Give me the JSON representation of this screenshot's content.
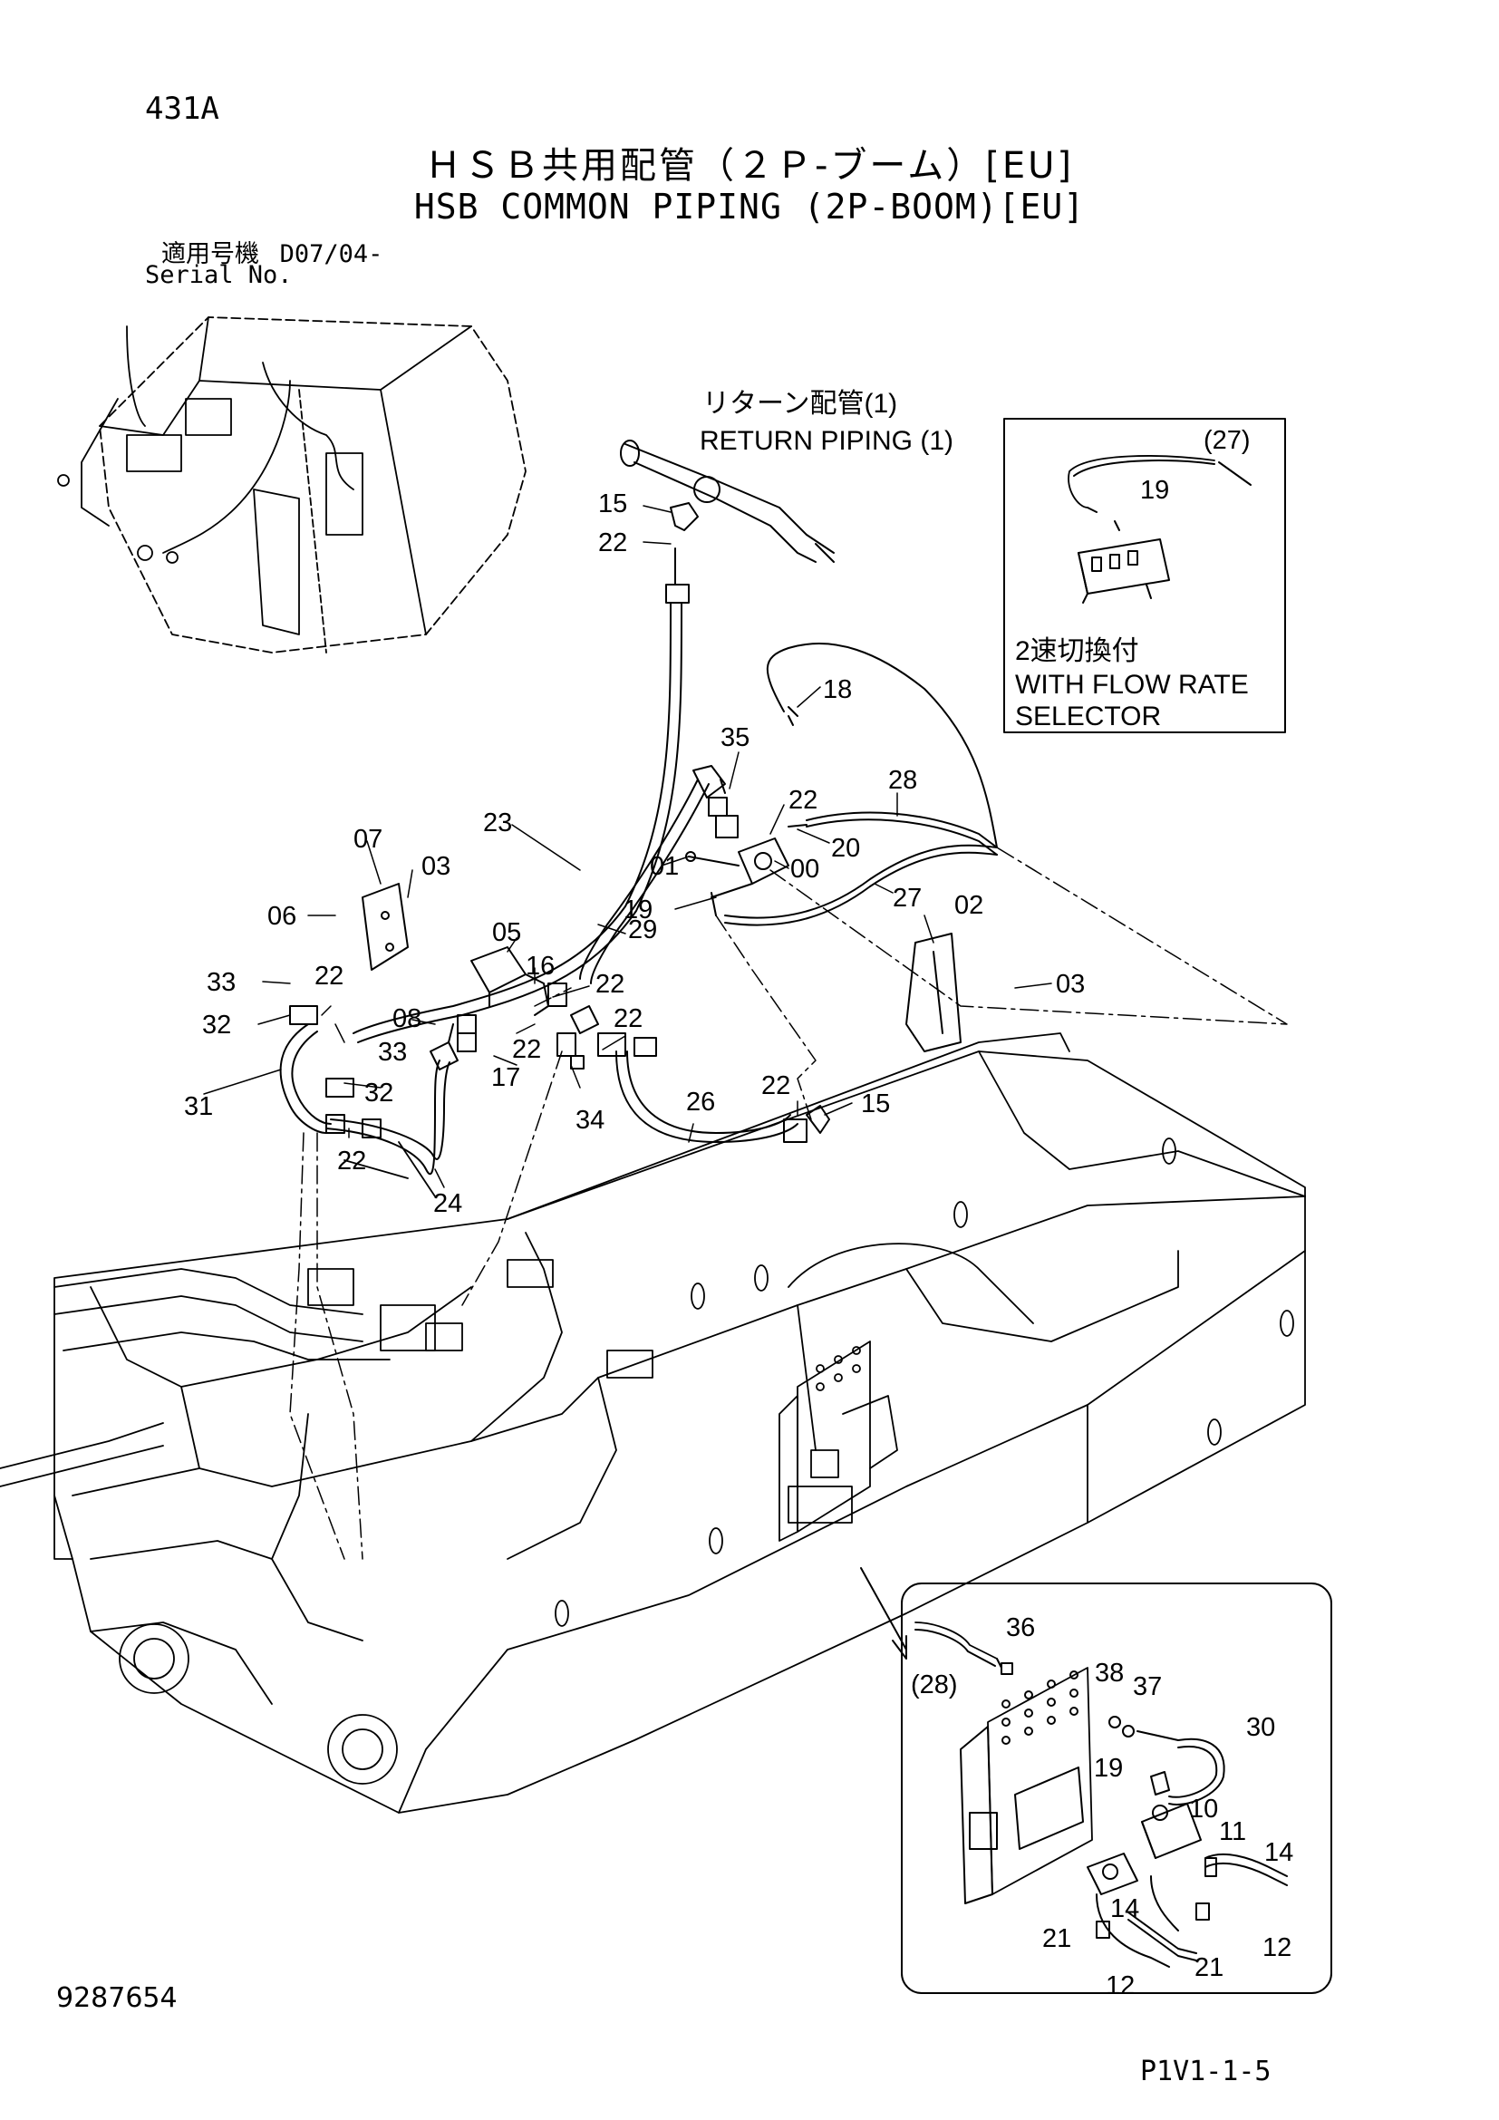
{
  "header": {
    "page_code": "431A",
    "title_ja": "ＨＳＢ共用配管（２Ｐ-ブーム）[EU]",
    "title_en": "HSB COMMON PIPING (2P-BOOM)[EU]",
    "serial_label_ja": "適用号機",
    "serial_value": "D07/04-",
    "serial_label_en": "Serial No."
  },
  "return_piping": {
    "label_ja": "リターン配管(1)",
    "label_en": "RETURN PIPING (1)"
  },
  "flow_rate_box": {
    "part_ref": "(27)",
    "part_19": "19",
    "label_ja": "2速切換付",
    "label_en_1": "WITH FLOW RATE",
    "label_en_2": "SELECTOR"
  },
  "detail_box": {
    "part_ref": "(28)"
  },
  "callouts": {
    "c15a": "15",
    "c22a": "22",
    "c18": "18",
    "c35": "35",
    "c22b": "22",
    "c28": "28",
    "c01": "01",
    "c00": "00",
    "c20": "20",
    "c19a": "19",
    "c27": "27",
    "c02": "02",
    "c03a": "03",
    "c23": "23",
    "c07": "07",
    "c03b": "03",
    "c06": "06",
    "c05": "05",
    "c29": "29",
    "c16": "16",
    "c22c": "22",
    "c33a": "33",
    "c22d": "22",
    "c08": "08",
    "c32a": "32",
    "c33b": "33",
    "c22e": "22",
    "c22f": "22",
    "c17": "17",
    "c34": "34",
    "c31": "31",
    "c32b": "32",
    "c26": "26",
    "c22g": "22",
    "c15b": "15",
    "c22h": "22",
    "c24": "24",
    "c36": "36",
    "c38": "38",
    "c37": "37",
    "c30": "30",
    "c19b": "19",
    "c10": "10",
    "c11": "11",
    "c14a": "14",
    "c14b": "14",
    "c21a": "21",
    "c21b": "21",
    "c12a": "12",
    "c12b": "12"
  },
  "footer": {
    "doc_id": "9287654",
    "page_ref": "P1V1-1-5"
  }
}
